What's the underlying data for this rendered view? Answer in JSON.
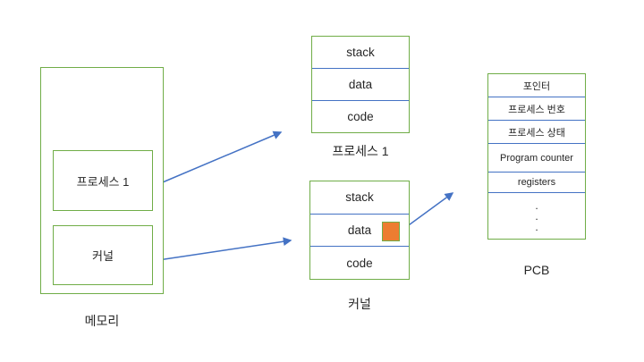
{
  "colors": {
    "box_border_green": "#70AD47",
    "divider_blue": "#4472C4",
    "arrow_blue": "#4472C4",
    "highlight_orange": "#ED7D31"
  },
  "memory": {
    "caption": "메모리",
    "process_item": "프로세스 1",
    "kernel_item": "커널"
  },
  "process_box": {
    "caption": "프로세스 1",
    "sections": [
      "stack",
      "data",
      "code"
    ]
  },
  "kernel_box": {
    "caption": "커널",
    "sections": [
      "stack",
      "data",
      "code"
    ]
  },
  "pcb": {
    "caption": "PCB",
    "rows": [
      "포인터",
      "프로세스 번호",
      "프로세스 상태",
      "Program counter",
      "registers"
    ],
    "dot": "."
  }
}
